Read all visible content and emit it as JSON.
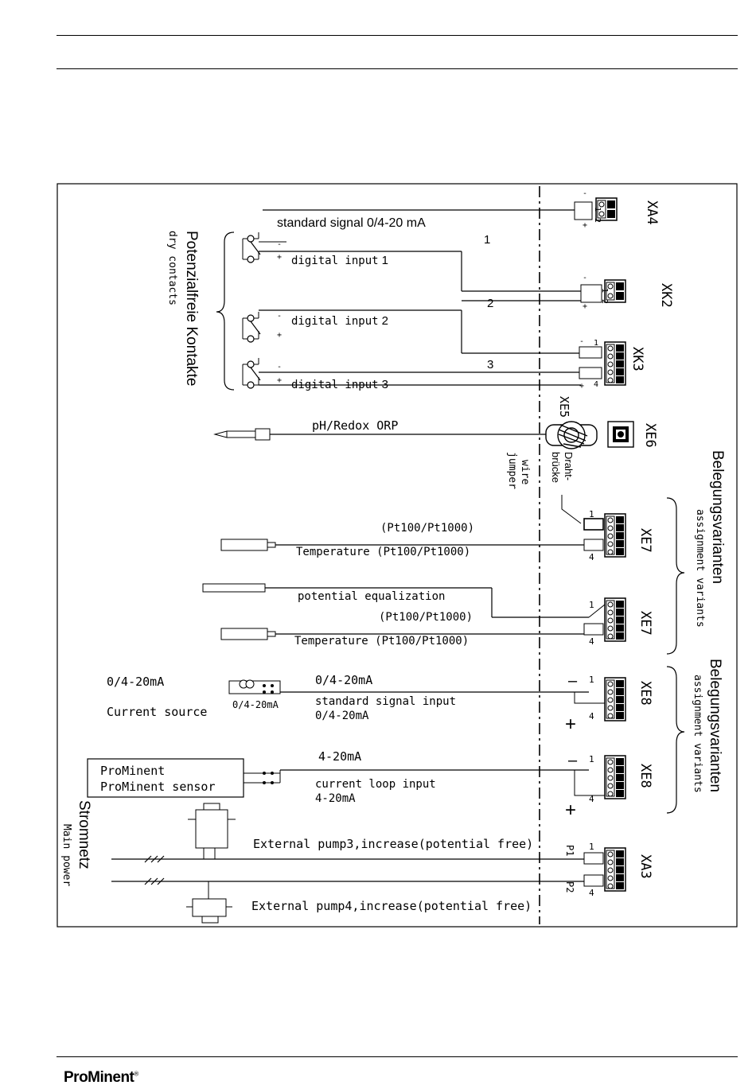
{
  "labels": {
    "standard_signal": "standard signal 0/4-20 mA",
    "digital_input_1": "digital  input",
    "digital_input_2": "digital  input",
    "digital_input_3": "digital  input",
    "di_num_1": "1",
    "di_num_2": "2",
    "di_num_3": "3",
    "route_1": "1",
    "route_2": "2",
    "route_3": "3",
    "dry_de": "Potenzialfreie Kontakte",
    "dry_en": "dry contacts",
    "ph_redox": "pH/Redox ORP",
    "wire_jumper_de_1": "Draht-",
    "wire_jumper_de_2": "brücke",
    "wire_jumper_en_1": "wire",
    "wire_jumper_en_2": "jumper",
    "pt_a": "(Pt100/Pt1000)",
    "temp_a": "Temperature (Pt100/Pt1000)",
    "potential_eq": "potential equalization",
    "pt_b": "(Pt100/Pt1000)",
    "temp_b": "Temperature (Pt100/Pt1000)",
    "assign_de_1": "Belegungsvarianten",
    "assign_en_1": "assignment variants",
    "assign_de_2": "Belegungsvarianten",
    "assign_en_2": "assignment variants",
    "cs_label_1": "0/4-20mA",
    "cs_label_2": "Current source",
    "cs_small": "0/4-20mA",
    "ssi_top": "0/4-20mA",
    "ssi_1": "standard signal input",
    "ssi_2": "0/4-20mA",
    "cl_top": "4-20mA",
    "cl_1": "current loop input",
    "cl_2": "4-20mA",
    "prominent_1": "ProMinent",
    "prominent_2": "ProMinent sensor",
    "mains_de": "Stromnetz",
    "mains_en": "Main power",
    "pump3": "External pump3,increase(potential free)",
    "pump4": "External pump4,increase(potential free)",
    "p1": "P1",
    "p2": "P2",
    "minus": "–",
    "plus": "+"
  },
  "terminals": {
    "xa4": "XA4",
    "xk2": "XK2",
    "xk3": "XK3",
    "xe5": "XE5",
    "xe6": "XE6",
    "xe7a": "XE7",
    "xe7b": "XE7",
    "xe8a": "XE8",
    "xe8b": "XE8",
    "xa3": "XA3"
  },
  "pins": {
    "n1": "1",
    "n2": "2",
    "n4": "4",
    "minus": "-",
    "plus": "+"
  },
  "footer": {
    "brand": "ProMinent",
    "reg": "®"
  }
}
